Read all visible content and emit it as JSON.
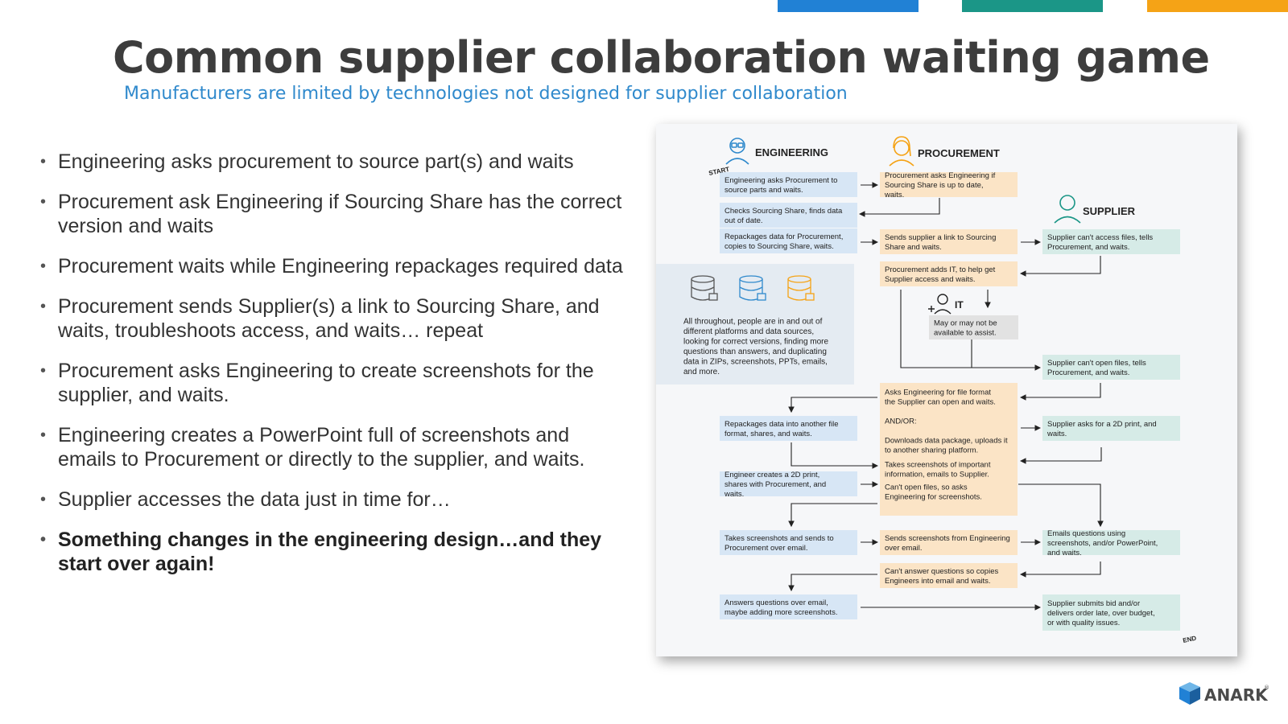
{
  "colors": {
    "top_bars": [
      "#2181d5",
      "#1b9687",
      "#f5a316"
    ],
    "title": "#3d3d3d",
    "subtitle": "#2f89cc",
    "eng_box": "#d7e6f5",
    "proc_box": "#fbe4c6",
    "sup_box": "#d6ebe7",
    "it_box": "#e2e2e2",
    "info_panel": "#e4ebf2"
  },
  "header": {
    "title": "Common supplier collaboration waiting game",
    "subtitle": "Manufacturers are limited by technologies not designed for supplier collaboration"
  },
  "bullets": [
    "Engineering asks procurement to source part(s) and waits",
    "Procurement ask Engineering if Sourcing Share has the correct version and waits",
    "Procurement waits while Engineering repackages required data",
    "Procurement sends Supplier(s) a link to Sourcing Share, and waits, troubleshoots access, and waits… repeat",
    "Procurement asks Engineering to create screenshots for the supplier, and waits.",
    "Engineering creates a PowerPoint full of screenshots and emails to Procurement or directly to the supplier, and waits.",
    "Supplier accesses the data just in time for…",
    "Something changes in the engineering design…and they start over again!"
  ],
  "diagram": {
    "headers": {
      "engineering": "ENGINEERING",
      "procurement": "PROCUREMENT",
      "supplier": "SUPPLIER",
      "it": "IT",
      "start": "START",
      "end": "END"
    },
    "engineering": [
      "Engineering asks Procurement to source parts and waits.",
      "Checks Sourcing Share, finds data out of date.",
      "Repackages data for Procurement, copies to Sourcing Share, waits.",
      "Repackages data into another file format, shares, and waits.",
      "Engineer creates a 2D print, shares with Procurement, and waits.",
      "Takes screenshots and sends to Procurement over email.",
      "Answers questions over email, maybe adding more screenshots."
    ],
    "procurement": [
      "Procurement asks Engineering if Sourcing Share is up to date, waits.",
      "Sends supplier a link to Sourcing Share and waits.",
      "Procurement adds IT, to help get Supplier access and waits.",
      "Asks Engineering for file format the Supplier can open and waits.",
      "AND/OR:",
      "Downloads data package, uploads it to another sharing platform.",
      "Takes screenshots of important information, emails to Supplier.",
      "Can't open files, so asks Engineering for screenshots.",
      "Sends screenshots from Engineering over email.",
      "Can't answer questions so copies Engineers into email and waits."
    ],
    "it_box": "May or may not be available to assist.",
    "supplier": [
      "Supplier can't access files, tells Procurement, and waits.",
      "Supplier can't open files, tells Procurement, and waits.",
      "Supplier asks for a 2D print, and waits.",
      "Emails questions using screenshots, and/or PowerPoint, and waits.",
      "Supplier submits bid and/or delivers order late, over budget, or with quality issues."
    ],
    "info": "All throughout, people are in and out of different platforms and data sources, looking for correct versions, finding more questions than answers, and duplicating data in ZIPs, screenshots, PPTs, emails, and more."
  },
  "logo": {
    "text": "ANARK",
    "mark": "®"
  }
}
